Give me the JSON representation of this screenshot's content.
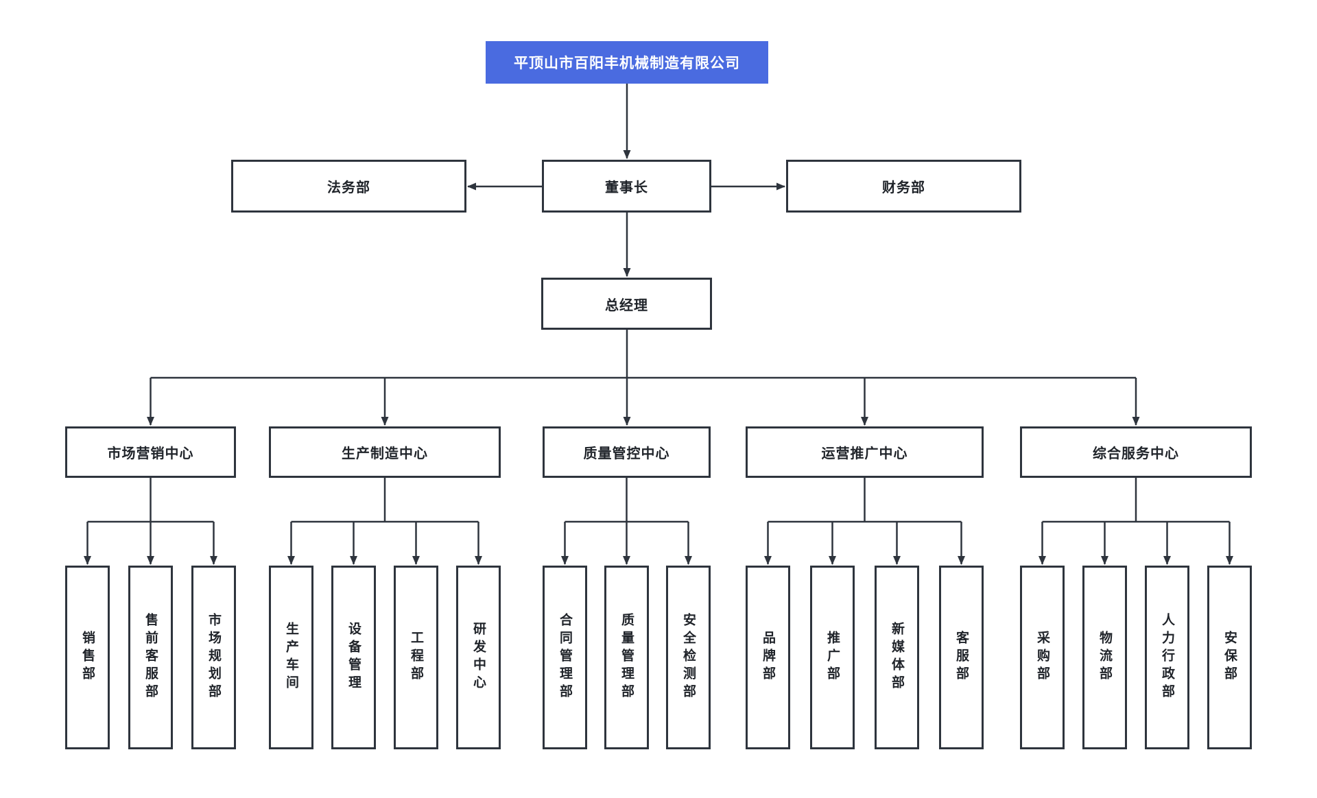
{
  "colors": {
    "accent_blue": "#4a6be0",
    "box_border": "#2e343d",
    "line": "#2e343d",
    "box_fill": "#ffffff",
    "title_text": "#ffffff",
    "label_text": "#1f2329"
  },
  "org": {
    "company": {
      "label": "平顶山市百阳丰机械制造有限公司"
    },
    "chairman": {
      "label": "董事长"
    },
    "legal": {
      "label": "法务部"
    },
    "finance": {
      "label": "财务部"
    },
    "general_manager": {
      "label": "总经理"
    },
    "centers": [
      {
        "label": "市场营销中心",
        "children": [
          {
            "label": "销售部"
          },
          {
            "label": "售前客服部"
          },
          {
            "label": "市场规划部"
          }
        ]
      },
      {
        "label": "生产制造中心",
        "children": [
          {
            "label": "生产车间"
          },
          {
            "label": "设备管理"
          },
          {
            "label": "工程部"
          },
          {
            "label": "研发中心"
          }
        ]
      },
      {
        "label": "质量管控中心",
        "children": [
          {
            "label": "合同管理部"
          },
          {
            "label": "质量管理部"
          },
          {
            "label": "安全检测部"
          }
        ]
      },
      {
        "label": "运营推广中心",
        "children": [
          {
            "label": "品牌部"
          },
          {
            "label": "推广部"
          },
          {
            "label": "新媒体部"
          },
          {
            "label": "客服部"
          }
        ]
      },
      {
        "label": "综合服务中心",
        "children": [
          {
            "label": "采购部"
          },
          {
            "label": "物流部"
          },
          {
            "label": "人力行政部"
          },
          {
            "label": "安保部"
          }
        ]
      }
    ]
  }
}
